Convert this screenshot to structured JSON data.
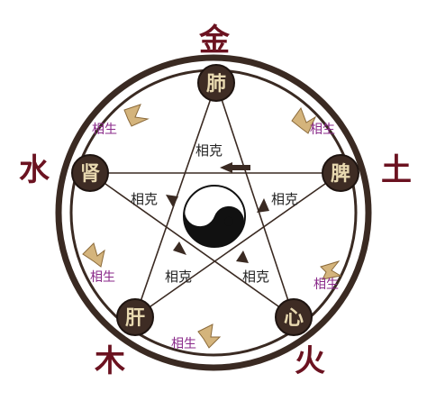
{
  "elements": {
    "metal": "金",
    "water": "水",
    "earth": "土",
    "wood": "木",
    "fire": "火"
  },
  "organs": {
    "lung": "肺",
    "kidney": "肾",
    "spleen": "脾",
    "liver": "肝",
    "heart": "心"
  },
  "relations": {
    "ke": "相克",
    "sheng": "相生"
  },
  "colors": {
    "ring": "#3a2a22",
    "element_text": "#6b1220",
    "organ_fill": "#3e2c24",
    "organ_text": "#e8d9b0",
    "sheng_text": "#8a2a8a",
    "arrow_accent": "#d4b47c"
  }
}
